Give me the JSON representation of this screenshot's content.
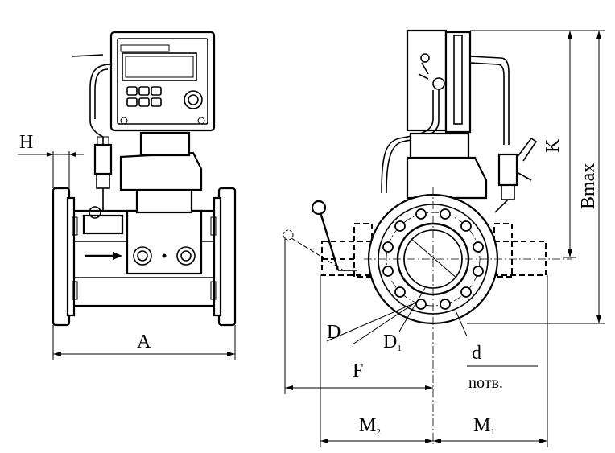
{
  "labels": {
    "H": "H",
    "A": "A",
    "K": "K",
    "Bmax": "Bmax",
    "D": "D",
    "D1_main": "D",
    "D1_sub": "1",
    "d": "d",
    "n_otv": "nотв.",
    "F": "F",
    "M2_main": "M",
    "M2_sub": "2",
    "M1_main": "M",
    "M1_sub": "1"
  },
  "colors": {
    "line": "#000000",
    "background": "#ffffff"
  },
  "icons": {
    "flow_arrow": "flow-direction-arrow",
    "handle": "valve-handle"
  }
}
